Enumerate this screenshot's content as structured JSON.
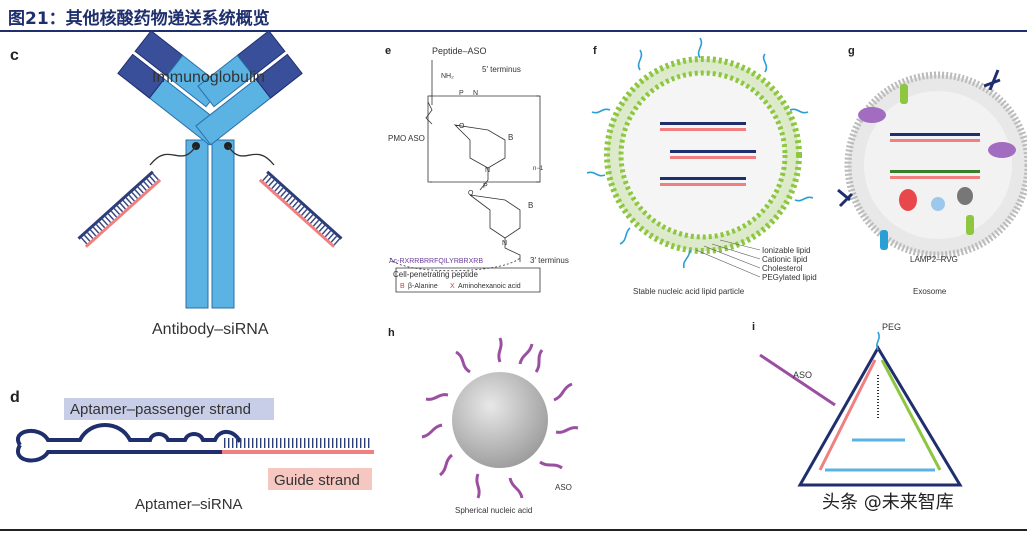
{
  "header": {
    "title": "图21：其他核酸药物递送系统概览"
  },
  "panels": {
    "c": {
      "letter": "c",
      "top_label": "Immunoglobulin",
      "bottom_label": "Antibody–siRNA"
    },
    "d": {
      "letter": "d",
      "passenger_label": "Aptamer–passenger strand",
      "guide_label": "Guide strand",
      "bottom_label": "Aptamer–siRNA"
    },
    "e": {
      "letter": "e",
      "title": "Peptide–ASO",
      "five_prime": "5′ terminus",
      "pmo_label": "PMO ASO",
      "three_prime": "3′ terminus",
      "repeat_n": "n−1",
      "nh2": "NH₂",
      "base_b": "B",
      "n_atom": "N",
      "p_atom": "P",
      "o_atom": "O",
      "peptide_seq": "Ac-RXRRBRRFQILYRBRXRB",
      "cpp_label": "Cell-penetrating peptide",
      "legend_b_key": "B",
      "legend_b": "β-Alanine",
      "legend_x_key": "X",
      "legend_x": "Aminohexanoic acid"
    },
    "f": {
      "letter": "f",
      "lipids": [
        "Ionizable lipid",
        "Cationic lipid",
        "Cholesterol",
        "PEGylated lipid"
      ],
      "caption": "Stable nucleic acid lipid particle"
    },
    "g": {
      "letter": "g",
      "marker": "LAMP2–RVG",
      "caption": "Exosome"
    },
    "h": {
      "letter": "h",
      "aso": "ASO",
      "caption": "Spherical nucleic acid"
    },
    "i": {
      "letter": "i",
      "peg": "PEG",
      "aso": "ASO"
    }
  },
  "watermark": "头条 @未来智库",
  "colors": {
    "navy": "#1f2f6e",
    "blue_dark": "#3a4f9a",
    "blue_light": "#5bb3e4",
    "red": "#f08080",
    "lipid_green": "#8dc63f",
    "purple": "#9b4fa0",
    "teal": "#2a9fd6"
  }
}
